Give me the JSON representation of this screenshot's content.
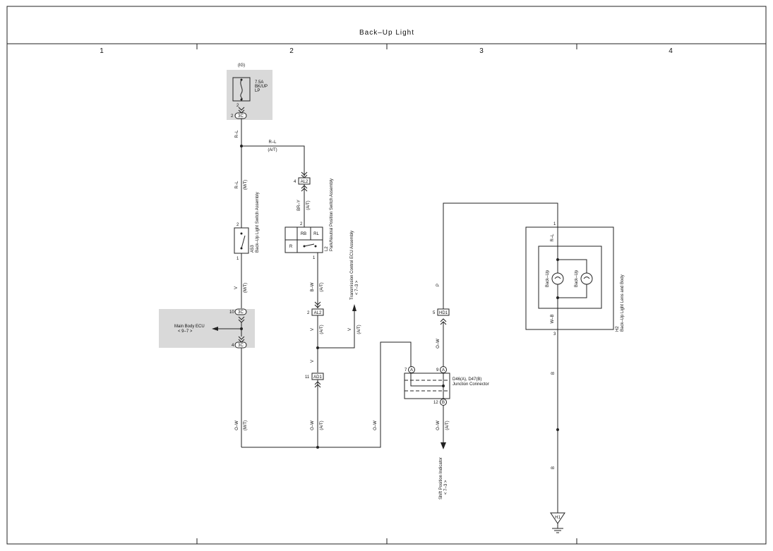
{
  "title": "Back–Up Light",
  "columns": [
    "1",
    "2",
    "3",
    "4"
  ],
  "fuse": {
    "supply": "(IG)",
    "rating": "7.5A",
    "name1": "BK/UP",
    "name2": "LP",
    "pin_top": "2",
    "conn": "3C",
    "pin_conn": "2"
  },
  "wires": {
    "r_l": "R–L",
    "r_l_mt": "(M/T)",
    "r_l_at": "(A/T)",
    "br_y": "BR–Y",
    "b_w": "B–W",
    "v": "V",
    "o_w": "O–W",
    "p": "P",
    "b": "B",
    "w_b": "W–B",
    "mt": "(M/T)",
    "at": "(A/T)"
  },
  "a53": {
    "id": "A53",
    "name": "Back–Up Light Switch Assembly",
    "pin2": "2",
    "pin1": "1"
  },
  "l2": {
    "id": "L2",
    "name": "Park/Neutral Position Switch Assembly",
    "rb": "RB",
    "rl": "RL",
    "r": "R",
    "pin2": "2",
    "pin1": "1"
  },
  "connectors": {
    "al2": "AL2",
    "al2_pin_top": "4",
    "al2_pin_bot": "2",
    "c3_pin10": "10",
    "c3_pin4": "4",
    "c3": "3C",
    "ad1": "AD1",
    "ad1_pin": "11",
    "hd1": "HD1",
    "hd1_pin": "5",
    "jA": "A",
    "jB": "B",
    "pin7": "7",
    "pin9": "9",
    "pin12": "12",
    "pin1": "1",
    "pin3": "3"
  },
  "mbecu": {
    "name": "Main Body ECU",
    "ref": "< 9–7 >"
  },
  "tcu": {
    "name": "Transmission Control ECU Assembly",
    "ref": "< 7–3 >"
  },
  "junction": {
    "name1": "D46(A), D47(B)",
    "name2": "Junction Connector"
  },
  "shift": {
    "name": "Shift Position Indicator",
    "ref": "< 7–3 >"
  },
  "h2": {
    "id": "H2",
    "name": "Back–Up Light Lens and Body",
    "lamp": "Back–Up"
  },
  "ground": {
    "id": "H1"
  }
}
